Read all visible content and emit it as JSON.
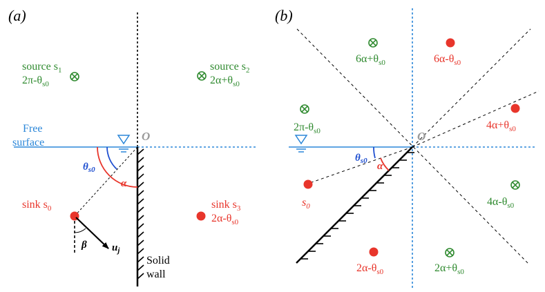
{
  "panel_a": {
    "label": "(a)",
    "source_s1": {
      "name": "source s",
      "sub": "1",
      "angle_main": "2π-θ",
      "angle_sub": "s0"
    },
    "source_s2": {
      "name": "source s",
      "sub": "2",
      "angle_main": "2α+θ",
      "angle_sub": "s0"
    },
    "free_surface": [
      "Free",
      "surface"
    ],
    "origin": "O",
    "theta_main": "θ",
    "theta_sub": "s0",
    "alpha": "α",
    "sink_s0": {
      "name": "sink s",
      "sub": "0"
    },
    "sink_s3": {
      "name": "sink s",
      "sub": "3",
      "angle_main": "2α-θ",
      "angle_sub": "s0"
    },
    "beta": "β",
    "velocity_main": "u",
    "velocity_sub": "j",
    "solid_wall": [
      "Solid",
      "wall"
    ]
  },
  "panel_b": {
    "label": "(b)",
    "origin": "O",
    "theta_main": "θ",
    "theta_sub": "s0",
    "alpha": "α",
    "s0_main": "s",
    "s0_sub": "0",
    "images": [
      {
        "main": "6α+θ",
        "sub": "s0",
        "type": "source"
      },
      {
        "main": "6α-θ",
        "sub": "s0",
        "type": "sink"
      },
      {
        "main": "2π-θ",
        "sub": "s0",
        "type": "source"
      },
      {
        "main": "4α+θ",
        "sub": "s0",
        "type": "sink"
      },
      {
        "main": "4α-θ",
        "sub": "s0",
        "type": "source"
      },
      {
        "main": "2α-θ",
        "sub": "s0",
        "type": "sink"
      },
      {
        "main": "2α+θ",
        "sub": "s0",
        "type": "source"
      }
    ]
  },
  "colors": {
    "source": "#2f8a2f",
    "sink": "#e8352b",
    "free_surface": "#2a86d8",
    "theta": "#1f4fd0",
    "alpha": "#e8352b",
    "origin": "#9a9a9a"
  }
}
